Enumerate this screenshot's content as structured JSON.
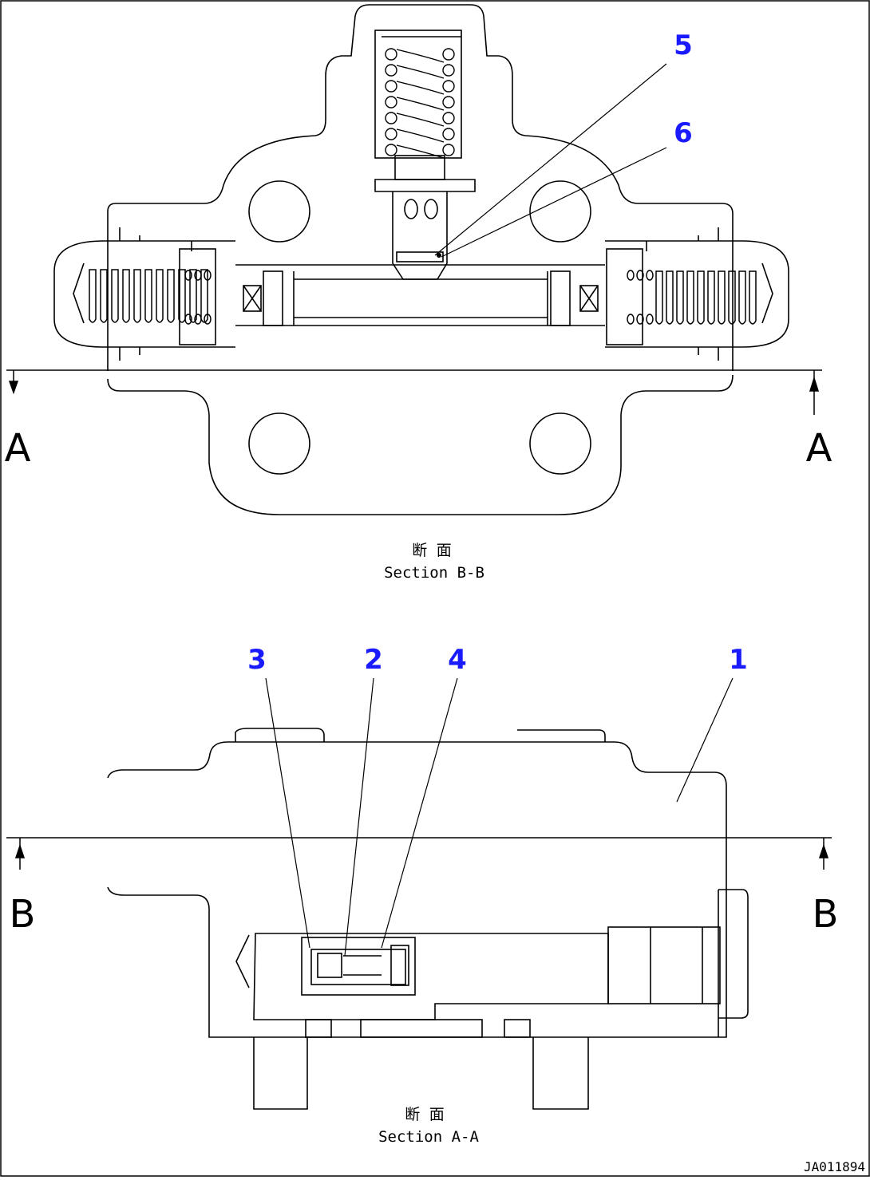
{
  "section_bb": {
    "title_jp": "断 面",
    "title_en": "Section B-B",
    "cut_label_left": "A",
    "cut_label_right": "A"
  },
  "section_aa": {
    "title_jp": "断 面",
    "title_en": "Section A-A",
    "cut_label_left": "B",
    "cut_label_right": "B"
  },
  "callouts": [
    "5",
    "6",
    "3",
    "2",
    "4",
    "1"
  ],
  "drawing_code": "JA011894",
  "colors": {
    "line": "#000000",
    "callout": "#1a1aff",
    "border": "#000000"
  }
}
